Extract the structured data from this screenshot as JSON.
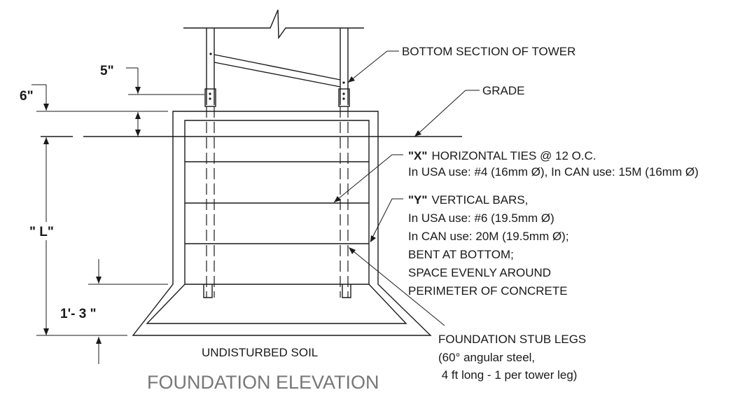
{
  "title": "FOUNDATION ELEVATION",
  "labels": {
    "tower": "BOTTOM SECTION OF TOWER",
    "grade": "GRADE",
    "soil": "UNDISTURBED SOIL"
  },
  "dimensions": {
    "top_projection": "6\"",
    "tower_offset": "5\"",
    "length": "\" L\"",
    "bottom_cover": "1'- 3 \""
  },
  "ties_note": {
    "mark": "\"X\"",
    "heading": "HORIZONTAL TIES @ 12 O.C.",
    "line2": "In USA use:  #4 (16mm Ø), In CAN use: 15M (16mm Ø)"
  },
  "bars_note": {
    "mark": "\"Y\"",
    "heading": "VERTICAL BARS,",
    "lines": [
      "In USA use:  #6 (19.5mm Ø)",
      "In CAN use: 20M (19.5mm Ø);",
      "BENT AT BOTTOM;",
      "SPACE EVENLY AROUND",
      "PERIMETER OF CONCRETE"
    ]
  },
  "stub_note": {
    "lines": [
      "FOUNDATION STUB LEGS",
      "(60° angular steel,",
      " 4 ft long - 1 per tower leg)"
    ]
  }
}
